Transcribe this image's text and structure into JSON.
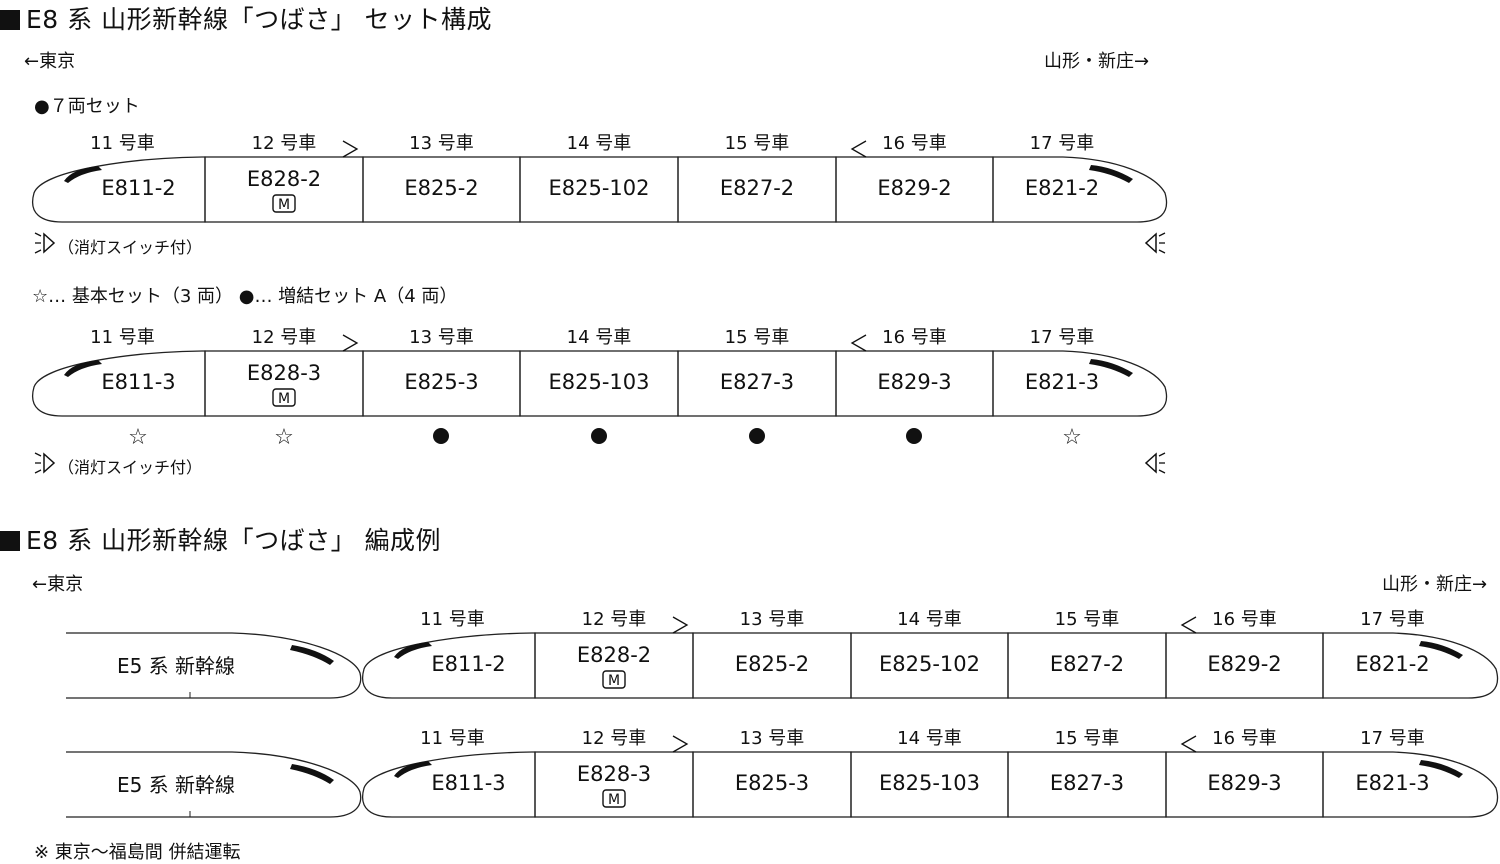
{
  "section1": {
    "title": "E8 系 山形新幹線「つばさ」 セット構成",
    "dir_left": "←東京",
    "dir_right": "山形・新庄→",
    "set_label": "●７両セット",
    "headlight_note": "（消灯スイッチ付）",
    "legend": "☆… 基本セット（3 両） ●… 増結セット A（4 両）"
  },
  "section2": {
    "title": "E8 系 山形新幹線「つばさ」 編成例",
    "dir_left": "←東京",
    "dir_right": "山形・新庄→",
    "footnote": "※ 東京～福島間 併結運転",
    "e5_label": "E5 系 新幹線"
  },
  "motor_badge": "M",
  "car_labels": [
    "11 号車",
    "12 号車",
    "13 号車",
    "14 号車",
    "15 号車",
    "16 号車",
    "17 号車"
  ],
  "trains": [
    {
      "cars": [
        "E811-2",
        "E828-2",
        "E825-2",
        "E825-102",
        "E827-2",
        "E829-2",
        "E821-2"
      ]
    },
    {
      "cars": [
        "E811-3",
        "E828-3",
        "E825-3",
        "E825-103",
        "E827-3",
        "E829-3",
        "E821-3"
      ],
      "set_marks": [
        "☆",
        "☆",
        "●",
        "●",
        "●",
        "●",
        "☆"
      ]
    },
    {
      "cars": [
        "E811-2",
        "E828-2",
        "E825-2",
        "E825-102",
        "E827-2",
        "E829-2",
        "E821-2"
      ]
    },
    {
      "cars": [
        "E811-3",
        "E828-3",
        "E825-3",
        "E825-103",
        "E827-3",
        "E829-3",
        "E821-3"
      ]
    }
  ]
}
